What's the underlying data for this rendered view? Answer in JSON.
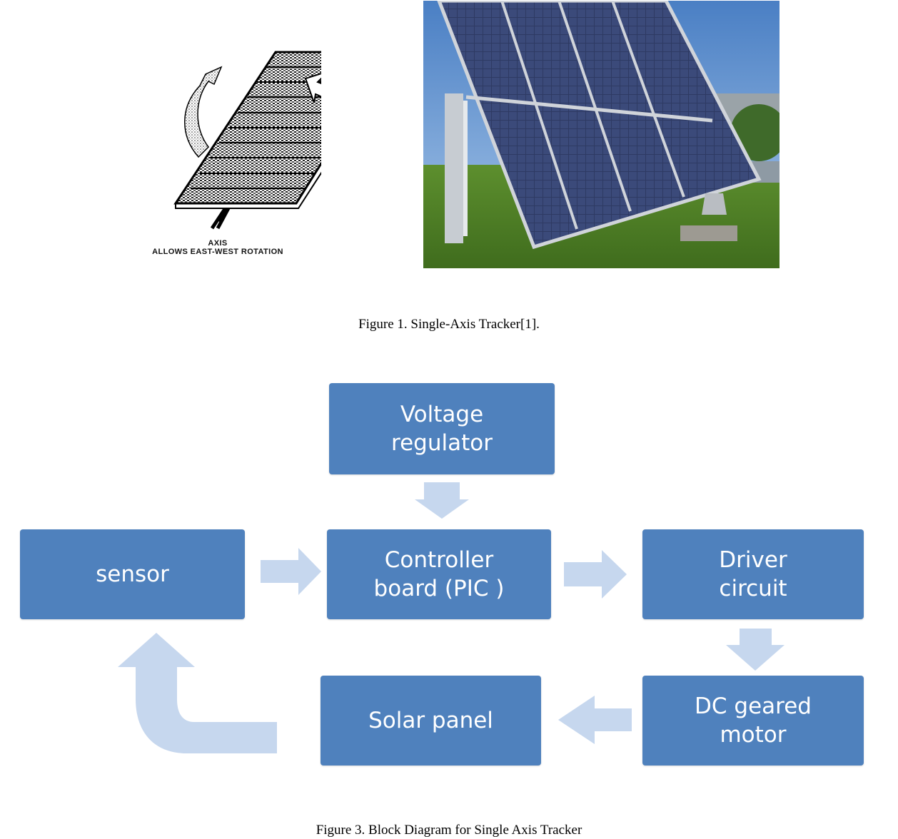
{
  "figure1": {
    "drawing": {
      "axis_label": "AXIS",
      "axis_description": "ALLOWS EAST-WEST ROTATION"
    },
    "caption": "Figure 1. Single-Axis Tracker[1]."
  },
  "figure3": {
    "blocks": {
      "voltage_regulator": "Voltage\nregulator",
      "sensor": "sensor",
      "controller_board": "Controller\nboard (PIC )",
      "driver_circuit": "Driver\ncircuit",
      "dc_motor": "DC geared\nmotor",
      "solar_panel": "Solar panel"
    },
    "colors": {
      "block_fill": "#4f81bd",
      "arrow_fill": "#c6d7ee"
    },
    "caption": "Figure 3. Block Diagram for Single Axis Tracker"
  }
}
